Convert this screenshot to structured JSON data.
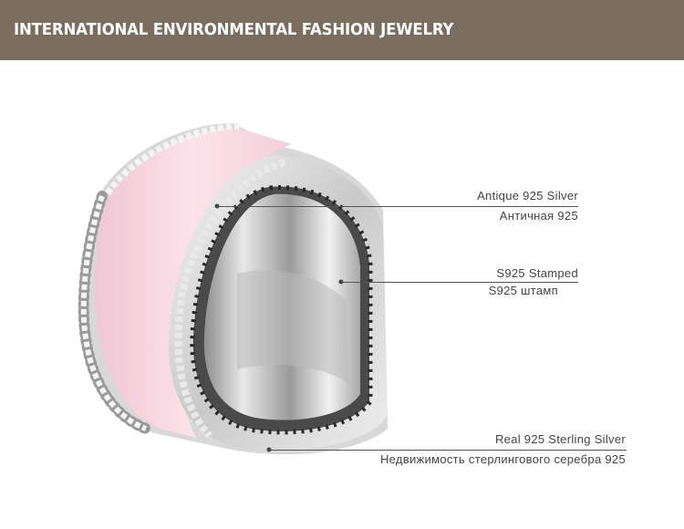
{
  "banner": {
    "title": "INTERNATIONAL ENVIRONMENTAL FASHION JEWELRY"
  },
  "callouts": [
    {
      "label_en": "Antique 925 Silver",
      "label_ru": "Античная 925"
    },
    {
      "label_en": "S925 Stamped",
      "label_ru": "S925 штамп"
    },
    {
      "label_en": "Real 925 Sterling Silver",
      "label_ru": "Недвижимость стерлингового серебра 925"
    }
  ],
  "colors": {
    "banner_bg": "#7b6d5e",
    "enamel": "#f4d3de",
    "silver": "#c8c8c8"
  }
}
